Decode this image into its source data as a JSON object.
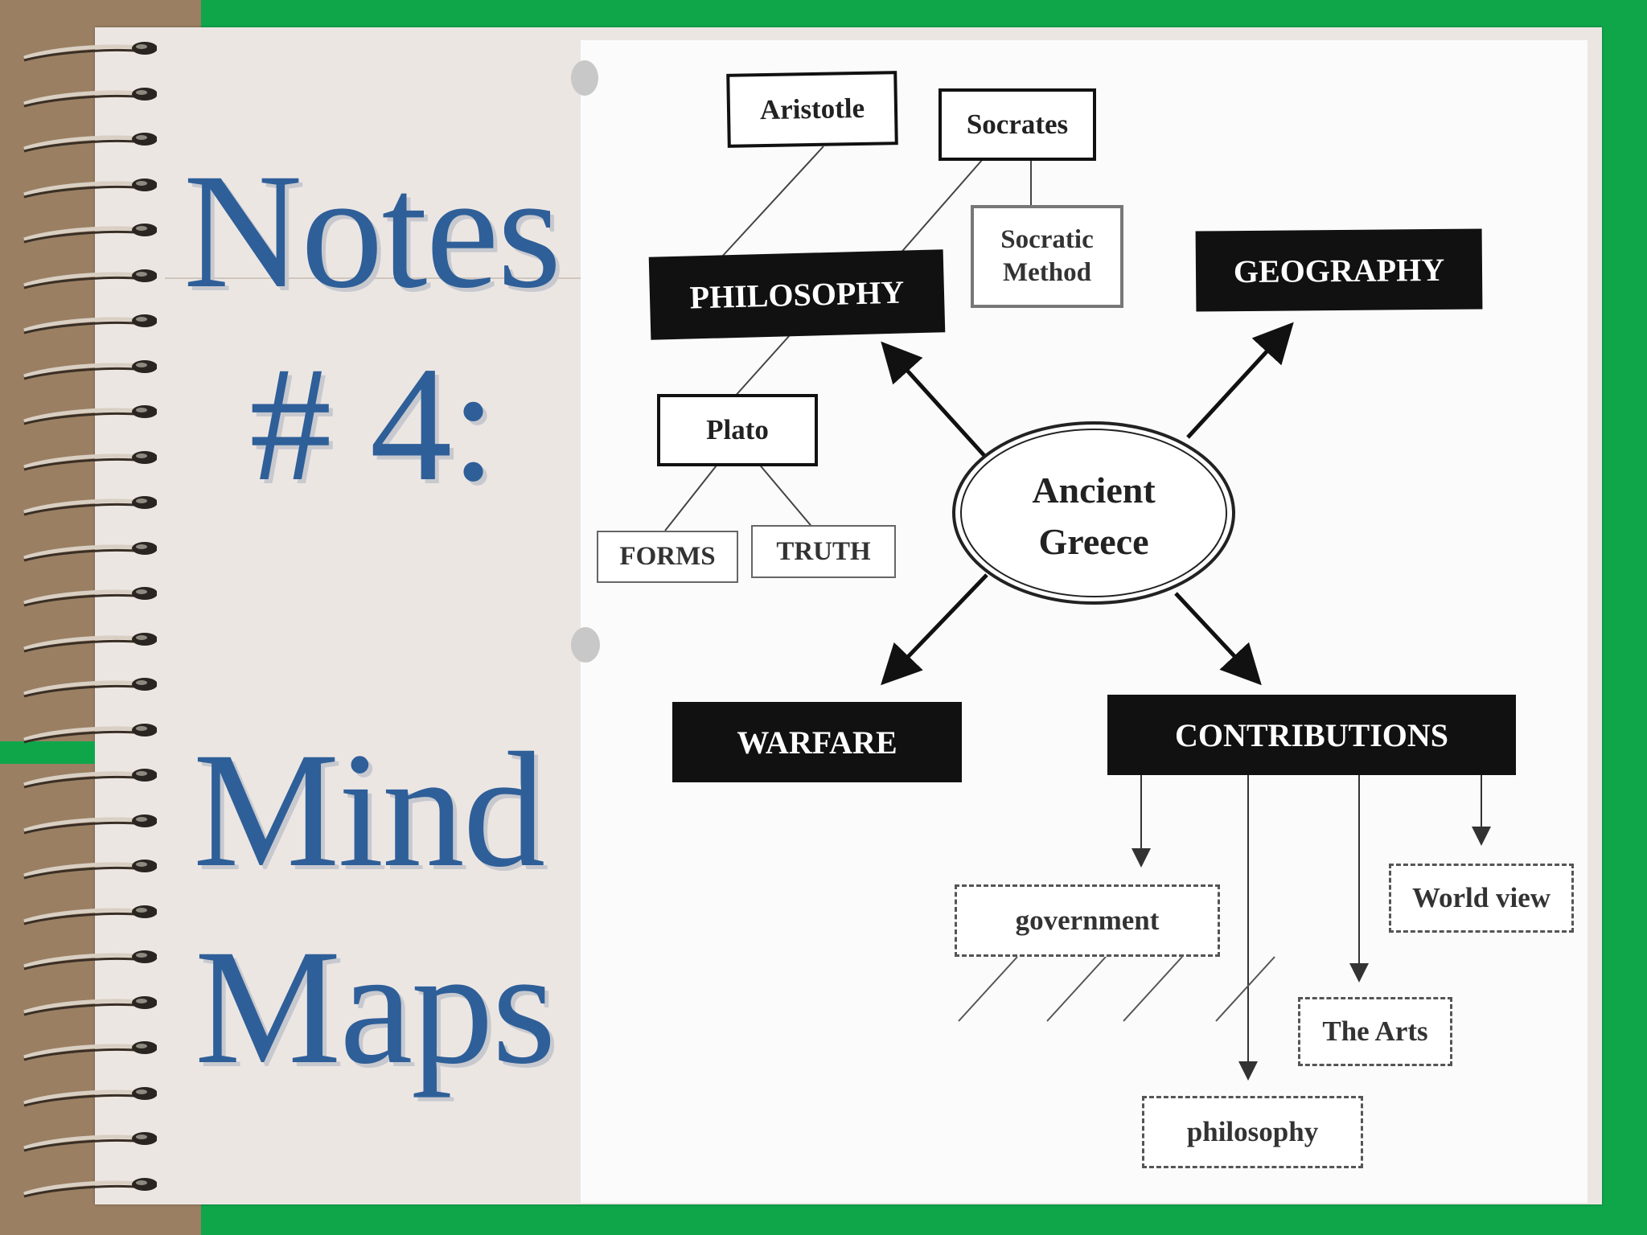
{
  "title": {
    "line1": "Notes",
    "line2": "# 4:",
    "line3": "Mind",
    "line4": "Maps"
  },
  "mind_map": {
    "center": {
      "line1": "Ancient",
      "line2": "Greece"
    },
    "topics": {
      "philosophy": "PHILOSOPHY",
      "geography": "GEOGRAPHY",
      "warfare": "WARFARE",
      "contributions": "CONTRIBUTIONS"
    },
    "philosophy_branch": {
      "aristotle": "Aristotle",
      "socrates": "Socrates",
      "socratic_method": {
        "line1": "Socratic",
        "line2": "Method"
      },
      "plato": "Plato",
      "forms": "FORMS",
      "truth": "TRUTH"
    },
    "contributions_branch": {
      "government": "government",
      "philosophy": "philosophy",
      "the_arts": "The Arts",
      "world_view": "World view"
    }
  },
  "colors": {
    "background_green": "#0fa64a",
    "title_blue": "#2f5f98",
    "notebook_page": "#ece6e3",
    "spiral_brown": "#9a7f63"
  }
}
